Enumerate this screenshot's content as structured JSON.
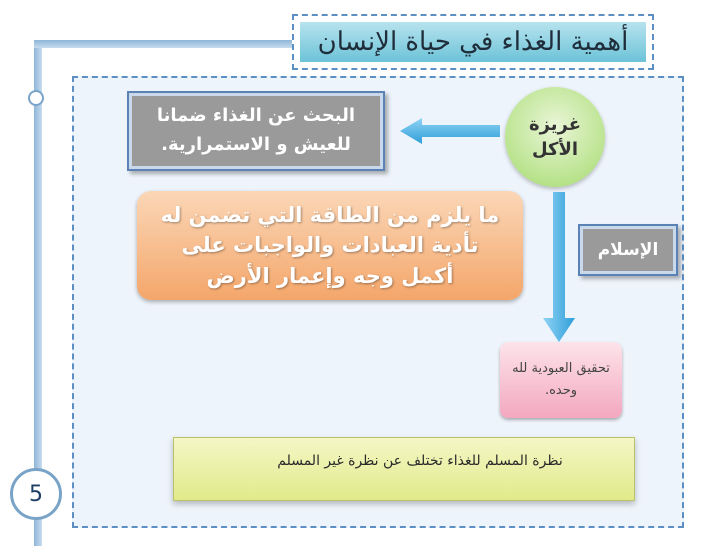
{
  "slide": {
    "title": "أهمية الغذاء في حياة الإنسان",
    "instinct": "غريزة الأكل",
    "search_box": "البحث عن الغذاء ضمانا للعيش و الاستمرارية.",
    "energy_box": "ما يلزم من الطاقة التي تضمن له تأدية العبادات والواجبات على أكمل وجه وإعمار الأرض",
    "islam_box": "الإسلام",
    "worship_box": "تحقيق العبودية لله وحده.",
    "bottom_note": "نظرة المسلم للغذاء تختلف عن نظرة غير المسلم",
    "page_number": "5"
  },
  "colors": {
    "accent_blue": "#5c8fc4",
    "arrow_blue": "#4fb3e8",
    "instinct_green": "#b9e38d",
    "energy_orange": "#f4a66a",
    "box_gray": "#9a9a9a"
  }
}
